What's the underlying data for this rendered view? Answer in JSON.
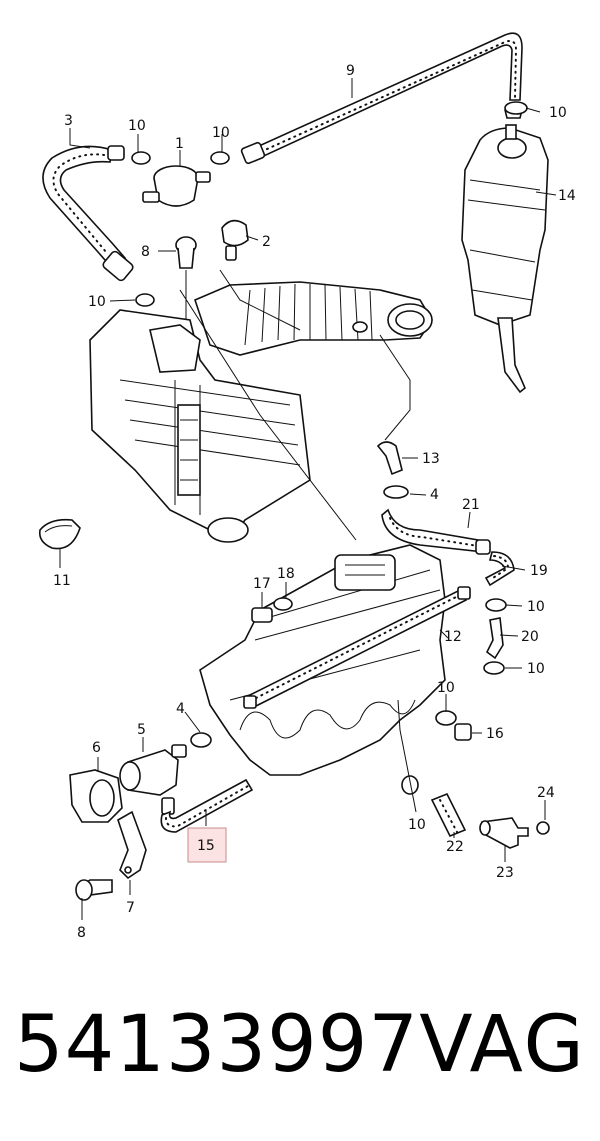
{
  "diagram": {
    "callouts": {
      "c1": "1",
      "c2": "2",
      "c3": "3",
      "c4a": "4",
      "c4b": "4",
      "c5": "5",
      "c6": "6",
      "c7": "7",
      "c8a": "8",
      "c8b": "8",
      "c9": "9",
      "c10a": "10",
      "c10b": "10",
      "c10c": "10",
      "c10d": "10",
      "c10e": "10",
      "c10f": "10",
      "c10g": "10",
      "c10h": "10",
      "c11": "11",
      "c12": "12",
      "c13": "13",
      "c14": "14",
      "c15": "15",
      "c16": "16",
      "c17": "17",
      "c18": "18",
      "c19": "19",
      "c20": "20",
      "c21": "21",
      "c22": "22",
      "c23": "23",
      "c24": "24"
    },
    "highlighted_part": "15",
    "highlight_color": "#fbe3e3"
  },
  "footer": {
    "part_number": "54133997",
    "brand": "VAG"
  }
}
